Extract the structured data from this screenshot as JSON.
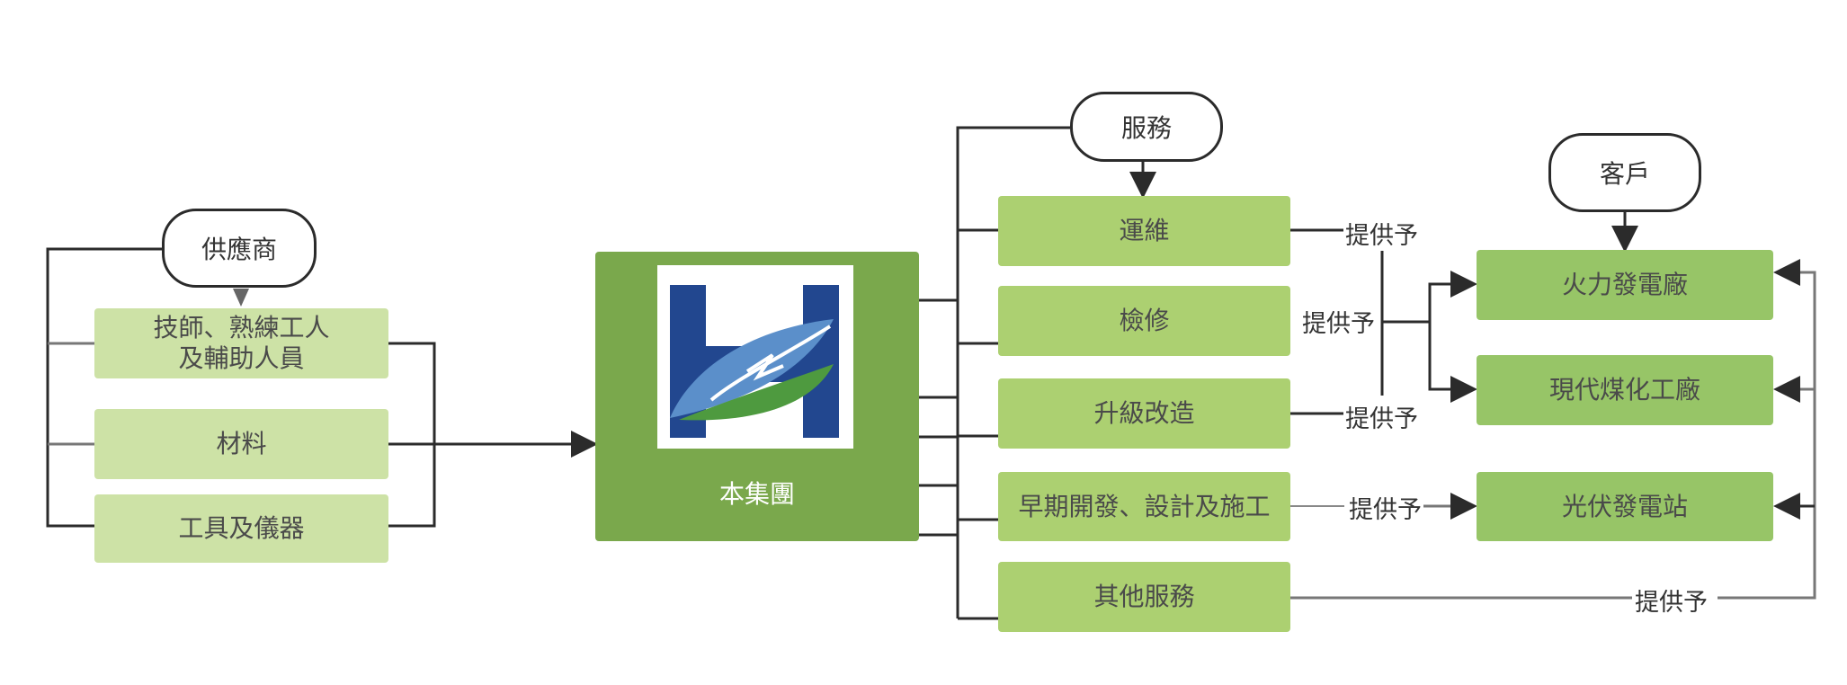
{
  "suppliers": {
    "header": "供應商",
    "items": [
      {
        "lines": [
          "技師、熟練工人",
          "及輔助人員"
        ]
      },
      {
        "lines": [
          "材料"
        ]
      },
      {
        "lines": [
          "工具及儀器"
        ]
      }
    ]
  },
  "group": {
    "label": "本集團"
  },
  "services": {
    "header": "服務",
    "items": [
      {
        "label": "運維"
      },
      {
        "label": "檢修"
      },
      {
        "label": "升級改造"
      },
      {
        "label": "早期開發、設計及施工"
      },
      {
        "label": "其他服務"
      }
    ]
  },
  "clients": {
    "header": "客戶",
    "items": [
      {
        "label": "火力發電廠"
      },
      {
        "label": "現代煤化工廠"
      },
      {
        "label": "光伏發電站"
      }
    ]
  },
  "provide_labels": [
    "提供予",
    "提供予",
    "提供予",
    "提供予",
    "提供予"
  ],
  "colors": {
    "supplier_box": "#cde2a6",
    "service_box": "#acd071",
    "client_box": "#97c567",
    "group_box": "#7aa84c",
    "logo_blue": "#22478f",
    "logo_light_blue": "#5b8fca",
    "logo_green": "#4e9a3f"
  }
}
